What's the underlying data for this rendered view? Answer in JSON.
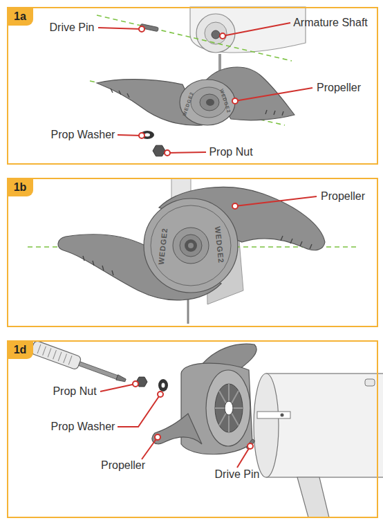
{
  "diagram": {
    "nodes": [
      {
        "text": [
          "1a"
        ]
      },
      {
        "text": [
          "1b"
        ]
      },
      {
        "text": [
          "1d"
        ]
      }
    ],
    "labels": [
      "Drive Pin",
      "Armature Shaft",
      "Propeller",
      "Prop Washer",
      "Prop Nut",
      "WEDGE2",
      "WEDGE2",
      "Propeller",
      "WEDGE2",
      "WEDGE2",
      "Prop Nut",
      "Prop Washer",
      "Propeller",
      "Drive Pin"
    ]
  }
}
